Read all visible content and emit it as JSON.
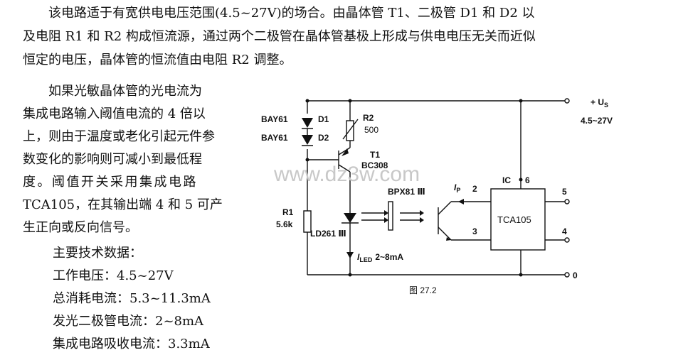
{
  "intro": {
    "line1": "该电路适于有宽供电电压范围(4.5~27V)的场合。由晶体管 T1、二极管 D1 和 D2 以",
    "line2": "及电阻 R1 和 R2 构成恒流源，通过两个二极管在晶体管基极上形成与供电电压无关而近似",
    "line3": "恒定的电压，晶体管的恒流值由电阻 R2 调整。"
  },
  "body_text": {
    "lines": [
      "如果光敏晶体管的光电流为",
      "集成电路输入阈值电流的 4 倍以",
      "上，则由于温度或老化引起元件参",
      "数变化的影响则可减小到最低程",
      "度。阈值开关采用集成电路",
      "TCA105，在其输出端 4 和 5 可产",
      "生正向或反向信号。"
    ]
  },
  "specs": {
    "heading": "主要技术数据：",
    "items": [
      "工作电压：4.5~27V",
      "总消耗电流：5.3~11.3mA",
      "发光二极管电流：2~8mA",
      "集成电路吸收电流：3.3mA"
    ]
  },
  "circuit": {
    "us_label": "+ U",
    "us_sub": "S",
    "us_range": "4.5~27V",
    "d1_type": "BAY61",
    "d1_name": "D1",
    "d2_type": "BAY61",
    "d2_name": "D2",
    "r2_name": "R2",
    "r2_value": "500",
    "t1_name": "T1",
    "t1_type": "BC308",
    "r1_name": "R1",
    "r1_value": "5.6k",
    "led_name": "LD261",
    "led_roman": "Ⅲ",
    "iled": "I",
    "iled_sub": "LED",
    "iled_range": "2~8mA",
    "bpx": "BPX81",
    "bpx_roman": "Ⅲ",
    "ip": "I",
    "ip_sub": "P",
    "ic_label": "IC",
    "ic_part": "TCA105",
    "pin2": "2",
    "pin3": "3",
    "pin4": "4",
    "pin5": "5",
    "pin6": "6",
    "gnd": "0",
    "caption": "图 27.2"
  },
  "watermark": "www.dz3w.com"
}
